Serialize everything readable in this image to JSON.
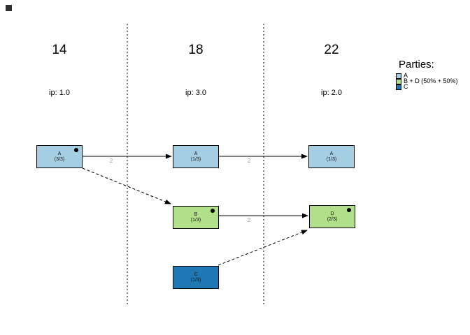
{
  "colors": {
    "party_a": "#a6cee3",
    "party_bd": "#b2df8a",
    "party_c": "#1f78b4",
    "edge_label": "#9a9a9a"
  },
  "periods": [
    {
      "year": "14",
      "ip": "ip: 1.0"
    },
    {
      "year": "18",
      "ip": "ip: 3.0"
    },
    {
      "year": "22",
      "ip": "ip: 2.0"
    }
  ],
  "nodes": [
    {
      "id": "A-14",
      "name": "A",
      "share": "(3/3)",
      "color": "#a6cee3",
      "dot": true
    },
    {
      "id": "A-18",
      "name": "A",
      "share": "(1/3)",
      "color": "#a6cee3",
      "dot": false
    },
    {
      "id": "A-22",
      "name": "A",
      "share": "(1/3)",
      "color": "#a6cee3",
      "dot": false
    },
    {
      "id": "B-18",
      "name": "B",
      "share": "(1/3)",
      "color": "#b2df8a",
      "dot": true
    },
    {
      "id": "D-22",
      "name": "D",
      "share": "(2/3)",
      "color": "#b2df8a",
      "dot": true
    },
    {
      "id": "C-18",
      "name": "C",
      "share": "(1/3)",
      "color": "#1f78b4",
      "dot": false
    }
  ],
  "edges": [
    {
      "from": "A-14",
      "to": "A-18",
      "label": "2",
      "style": "solid"
    },
    {
      "from": "A-18",
      "to": "A-22",
      "label": "2",
      "style": "solid"
    },
    {
      "from": "B-18",
      "to": "D-22",
      "label": "2",
      "style": "solid"
    },
    {
      "from": "A-14",
      "to": "B-18",
      "label": "",
      "style": "dashed"
    },
    {
      "from": "C-18",
      "to": "D-22",
      "label": "",
      "style": "dashed"
    }
  ],
  "legend": {
    "title": "Parties:",
    "items": [
      {
        "label": "A",
        "color": "#a6cee3"
      },
      {
        "label": "B + D (50% + 50%)",
        "color": "#b2df8a"
      },
      {
        "label": "C",
        "color": "#1f78b4"
      }
    ]
  }
}
